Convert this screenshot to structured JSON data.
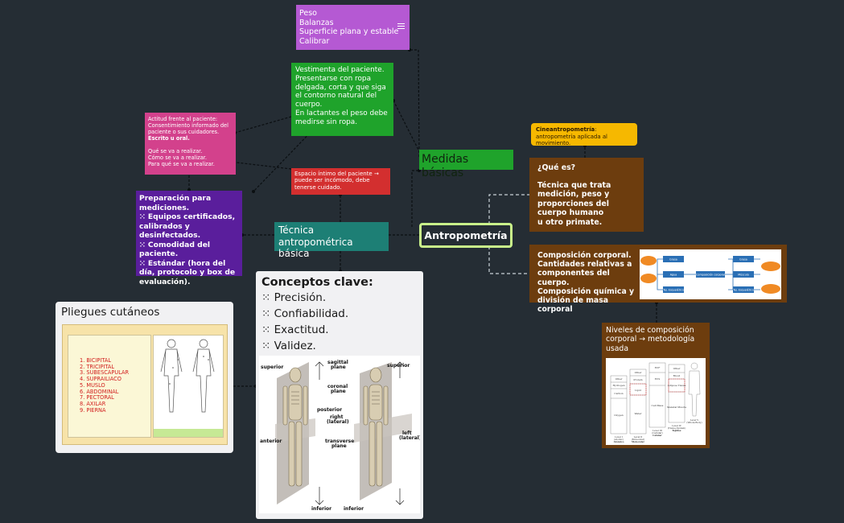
{
  "colors": {
    "background": "#252d34",
    "violet": "#b559d3",
    "green": "#1fa32b",
    "pink": "#d3418c",
    "red": "#d32f2f",
    "purple": "#5a1e9c",
    "teal": "#1d7f75",
    "brown": "#6d3d0e",
    "yellow": "#f6b800",
    "highlight": "#c9f28a"
  },
  "nodes": {
    "balance": {
      "text": "Peso\nBalanzas\nSuperficie plana y estable\nCalibrar",
      "icon": "notes-icon"
    },
    "clothing": {
      "text": "Vestimenta del paciente.\nPresentarse con ropa delgada, corta y que siga el contorno natural del cuerpo.\nEn lactantes el peso debe medirse sin ropa."
    },
    "attitude": {
      "line1": "Actitud frente al paciente:",
      "line2": "Consentimiento informado del paciente o sus cuidadores.",
      "line3": "Escrito u oral.",
      "line4": "Qué se va a realizar.\nCómo se va a realizar.\nPara qué se va a realizar."
    },
    "intimate": {
      "text": "Espacio íntimo del paciente → puede ser incómodo, debe tenerse cuidado."
    },
    "basic_measures": {
      "text": "Medidas básicas"
    },
    "cineantro": {
      "bold": "Cineantropometría",
      "rest": ": antropometría aplicada al movimiento."
    },
    "what_is": {
      "title": "¿Qué es?",
      "body": "Técnica que trata medición, peso y proporciones del cuerpo humano\nu otro primate."
    },
    "preparation": {
      "title": "Preparación para mediciones.",
      "items": [
        "Equipos certificados, calibrados y desinfectados.",
        "Comodidad del paciente.",
        "Estándar (hora del día, protocolo y box de evaluación)."
      ]
    },
    "technique": {
      "text": "Técnica antropométrica básica"
    },
    "antropometria": {
      "text": "Antropometría"
    },
    "composition": {
      "text": "Composición corporal.\nCantidades relativas a componentes del cuerpo.\nComposición química y división de masa corporal"
    },
    "key_concepts": {
      "title": "Conceptos clave:",
      "items": [
        "Precisión.",
        "Confiabilidad.",
        "Exactitud.",
        "Validez."
      ]
    },
    "levels": {
      "text": "Niveles de composición corporal → metodología usada"
    },
    "skinfolds": {
      "title": "Pliegues cutáneos",
      "list": [
        "1. BICIPITAL",
        "2. TRICIPITAL",
        "3. SUBESCAPULAR",
        "4. SUPRAILIACO",
        "5. MUSLO",
        "6. ABDOMINAL",
        "7. PECTORAL",
        "8. AXILAR",
        "9. PIERNA"
      ]
    }
  },
  "anatomy": {
    "superior_l": "superior",
    "superior_r": "superior",
    "sagittal": "sagittal\nplane",
    "coronal": "coronal\nplane",
    "posterior": "posterior",
    "right": "right\n(lateral)",
    "left": "left\n(lateral)",
    "anterior": "anterior",
    "transverse": "transverse\nplane",
    "inferior_l": "inferior",
    "inferior_r": "inferior"
  },
  "comp_chart": {
    "center": "Composición corporal",
    "left": [
      "Grasa",
      "Agua",
      "Tej. Esquelético"
    ],
    "right": [
      "Grasa",
      "Músculo",
      "Tej. Esquelético"
    ]
  },
  "levels_chart": {
    "level1": "Level I\n(Atomic)\nAtómico",
    "level2": "Level II\n(Molecular)\nMolecular",
    "level3": "Level III\n(Cellular)\nCelular",
    "level4": "Level IV\n(Tissue-System)\nTejidos",
    "level5": "Level V\n(Whole-Body)",
    "atomic": [
      "Other",
      "Hydrogen",
      "Carbon",
      "Oxygen"
    ],
    "molecular": [
      "Other",
      "Protein",
      "Lipid",
      "Water"
    ],
    "cellular": [
      "ECF",
      "ECS",
      "Cell Mass"
    ],
    "tissue": [
      "Other",
      "Blood",
      "Adipose Tissue",
      "Skeletal Muscle"
    ]
  }
}
